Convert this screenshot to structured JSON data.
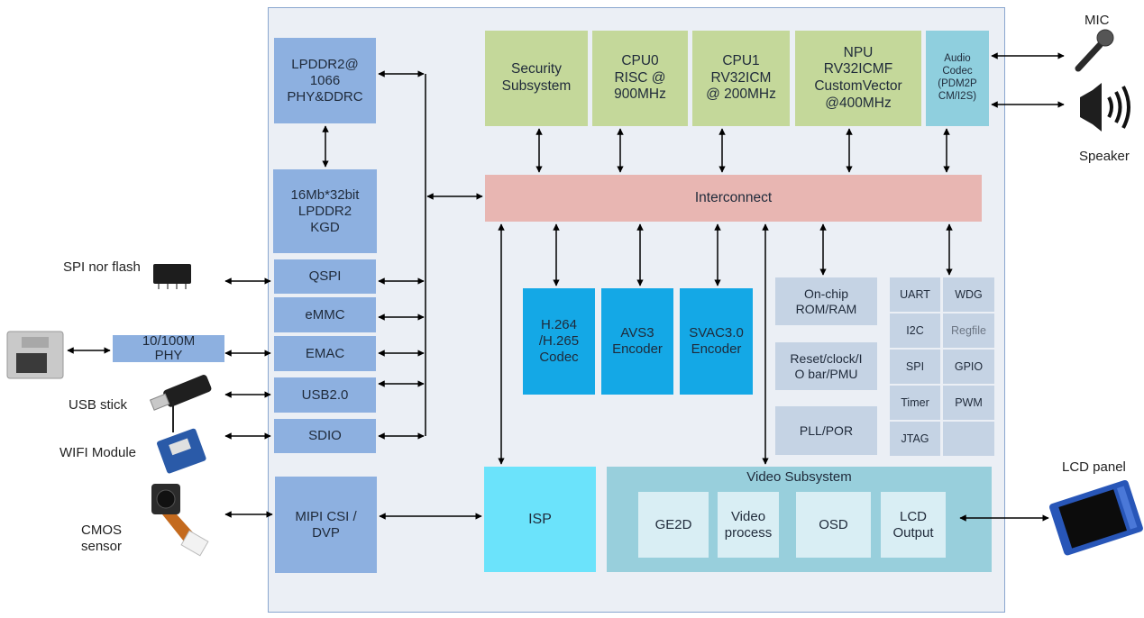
{
  "chip": {
    "memory": {
      "ddrc": "LPDDR2@\n1066\nPHY&DDRC",
      "kgd": "16Mb*32bit\nLPDDR2\nKGD"
    },
    "interfaces": [
      "QSPI",
      "eMMC",
      "EMAC",
      "USB2.0",
      "SDIO"
    ],
    "mipi": "MIPI CSI /\nDVP",
    "top_blocks": {
      "security": "Security\nSubsystem",
      "cpu0": "CPU0\nRISC  @\n900MHz",
      "cpu1": "CPU1\nRV32ICM\n@ 200MHz",
      "npu": "NPU\nRV32ICMF\nCustomVector\n@400MHz",
      "audio": "Audio\nCodec\n(PDM2P\nCM/I2S)"
    },
    "interconnect": "Interconnect",
    "encoders": {
      "h264": "H.264\n/H.265\nCodec",
      "avs3": "AVS3\nEncoder",
      "svac": "SVAC3.0\nEncoder"
    },
    "system": {
      "rom": "On-chip\nROM/RAM",
      "reset": "Reset/clock/I\nO bar/PMU",
      "pll": "PLL/POR"
    },
    "peripherals": [
      [
        "UART",
        "WDG"
      ],
      [
        "I2C",
        "Regfile"
      ],
      [
        "SPI",
        "GPIO"
      ],
      [
        "Timer",
        "PWM"
      ],
      [
        "JTAG",
        ""
      ]
    ],
    "isp": "ISP",
    "video_subsystem": {
      "title": "Video Subsystem",
      "blocks": [
        "GE2D",
        "Video\nprocess",
        "OSD",
        "LCD\nOutput"
      ]
    }
  },
  "external": {
    "phy": "10/100M\nPHY",
    "spi_flash": "SPI nor flash",
    "usb_stick": "USB stick",
    "wifi": "WIFI Module",
    "cmos": "CMOS\nsensor",
    "mic": "MIC",
    "speaker": "Speaker",
    "lcd": "LCD panel"
  },
  "colors": {
    "memory": "#8db0e0",
    "cpu": "#c4d89a",
    "audio": "#8fcfde",
    "interconnect": "#e8b6b2",
    "encoder": "#14a8e6",
    "system": "#c5d3e4",
    "isp": "#6be3fb",
    "video": "#98cfdc"
  }
}
